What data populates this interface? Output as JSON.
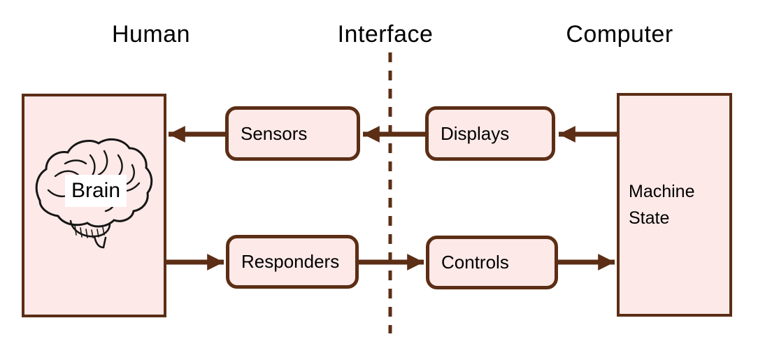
{
  "titles": {
    "human": "Human",
    "interface": "Interface",
    "computer": "Computer"
  },
  "human": {
    "brain_label": "Brain"
  },
  "computer": {
    "machine_state_label": "Machine State"
  },
  "interface": {
    "sensors_label": "Sensors",
    "displays_label": "Displays",
    "responders_label": "Responders",
    "controls_label": "Controls"
  },
  "connections": [
    {
      "from": "Machine State",
      "to": "Displays",
      "direction": "left"
    },
    {
      "from": "Displays",
      "to": "Sensors",
      "direction": "left"
    },
    {
      "from": "Sensors",
      "to": "Brain",
      "direction": "left"
    },
    {
      "from": "Brain",
      "to": "Responders",
      "direction": "right"
    },
    {
      "from": "Responders",
      "to": "Controls",
      "direction": "right"
    },
    {
      "from": "Controls",
      "to": "Machine State",
      "direction": "right"
    }
  ],
  "colors": {
    "outline_brown": "#5B2E15",
    "box_fill_pink": "#FDE9E8",
    "text_black": "#000000",
    "background": "#FFFFFF"
  }
}
